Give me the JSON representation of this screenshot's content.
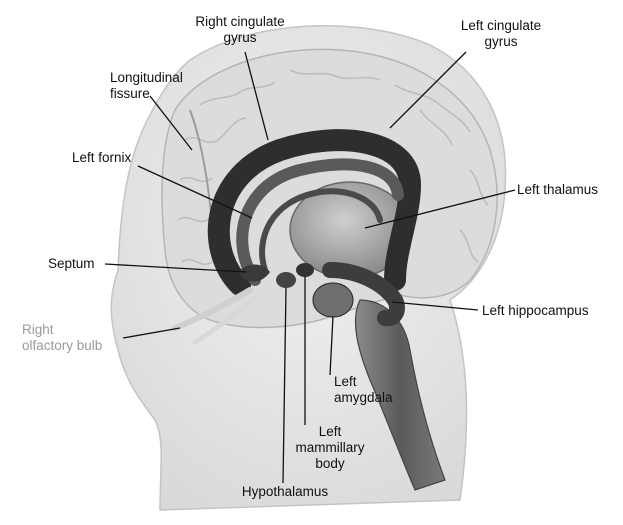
{
  "labels": {
    "right_cingulate_gyrus": "Right cingulate\ngyrus",
    "left_cingulate_gyrus": "Left cingulate\ngyrus",
    "longitudinal_fissure": "Longitudinal\nfissure",
    "left_fornix": "Left fornix",
    "left_thalamus": "Left thalamus",
    "septum": "Septum",
    "left_hippocampus": "Left hippocampus",
    "right_olfactory_bulb": "Right\nolfactory bulb",
    "left_amygdala": "Left\namygdala",
    "left_mammillary_body": "Left\nmammillary\nbody",
    "hypothalamus": "Hypothalamus"
  },
  "colors": {
    "background": "#ffffff",
    "head_fill": "#e9e9e9",
    "cortex_fill": "#dddddd",
    "limbic_dark": "#3a3a3a",
    "limbic_mid": "#6e6e6e",
    "thalamus_fill": "#a8a8a8",
    "leader_line": "#111111",
    "label_text": "#111111"
  }
}
